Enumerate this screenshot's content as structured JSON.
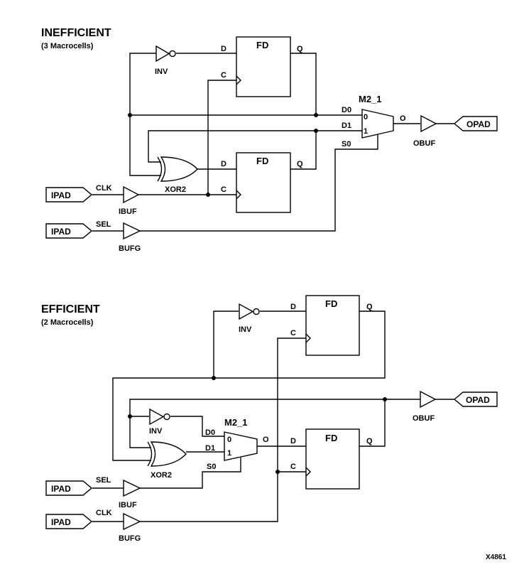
{
  "inefficient": {
    "title": "INEFFICIENT",
    "subtitle": "(3 Macrocells)",
    "inv": {
      "name": "INV"
    },
    "ff_top": {
      "name": "FD",
      "d": "D",
      "c": "C",
      "q": "Q"
    },
    "ff_bottom": {
      "name": "FD",
      "d": "D",
      "c": "C",
      "q": "Q"
    },
    "mux": {
      "name": "M2_1",
      "d0": "D0",
      "d1": "D1",
      "s0": "S0",
      "o": "O",
      "in0": "0",
      "in1": "1"
    },
    "xor": {
      "name": "XOR2"
    },
    "ibuf": {
      "name": "IBUF"
    },
    "bufg": {
      "name": "BUFG"
    },
    "obuf": {
      "name": "OBUF"
    },
    "ipad_clk": {
      "label": "IPAD",
      "net": "CLK"
    },
    "ipad_sel": {
      "label": "IPAD",
      "net": "SEL"
    },
    "opad": {
      "label": "OPAD"
    }
  },
  "efficient": {
    "title": "EFFICIENT",
    "subtitle": "(2 Macrocells)",
    "inv_top": {
      "name": "INV"
    },
    "ff_top": {
      "name": "FD",
      "d": "D",
      "c": "C",
      "q": "Q"
    },
    "inv_mid": {
      "name": "INV"
    },
    "xor": {
      "name": "XOR2"
    },
    "mux": {
      "name": "M2_1",
      "d0": "D0",
      "d1": "D1",
      "s0": "S0",
      "o": "O",
      "in0": "0",
      "in1": "1"
    },
    "ff_bottom": {
      "name": "FD",
      "d": "D",
      "c": "C",
      "q": "Q"
    },
    "ibuf": {
      "name": "IBUF"
    },
    "bufg": {
      "name": "BUFG"
    },
    "obuf": {
      "name": "OBUF"
    },
    "ipad_sel": {
      "label": "IPAD",
      "net": "SEL"
    },
    "ipad_clk": {
      "label": "IPAD",
      "net": "CLK"
    },
    "opad": {
      "label": "OPAD"
    }
  },
  "figure_id": "X4861"
}
